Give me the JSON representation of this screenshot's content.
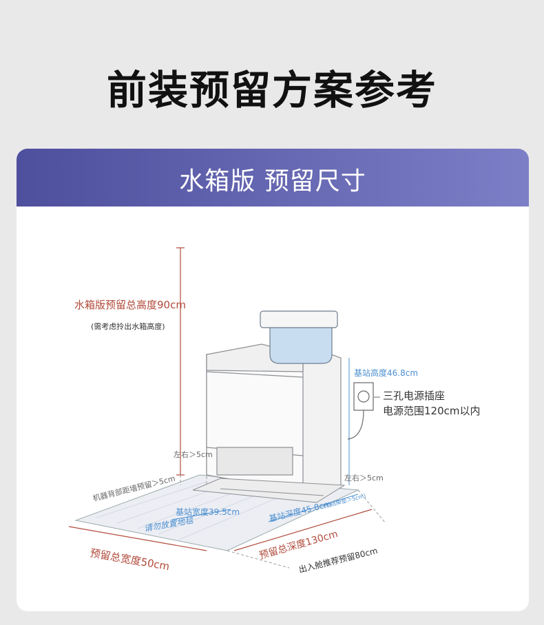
{
  "title": "前装预留方案参考",
  "card": {
    "header": "水箱版 预留尺寸"
  },
  "labels": {
    "total_height": "水箱版预留总高度90cm",
    "total_height_note": "(需考虑拎出水箱高度)",
    "station_height": "基站高度46.8cm",
    "socket_line1": "三孔电源插座",
    "socket_line2": "电源范围120cm以内",
    "left_right_top": "左右＞5cm",
    "right_left": "左右＞5cm",
    "back_wall": "机器背部距墙预留＞5cm",
    "station_width": "基站宽度39.5cm",
    "station_depth": "基站深度45.8cm",
    "station_depth_note": "(包括脚垫＞5cm)",
    "floor_text": "请勿放置地毯",
    "reserve_width": "预留总宽度50cm",
    "reserve_depth": "预留总深度130cm",
    "exit_reserve": "出入舱推荐预留80cm"
  },
  "colors": {
    "header_start": "#4e4f9d",
    "header_end": "#7c7fc6",
    "red_label": "#b04a3a",
    "blue_label": "#4c8fd0",
    "water_tank": "#c9ddf0"
  }
}
